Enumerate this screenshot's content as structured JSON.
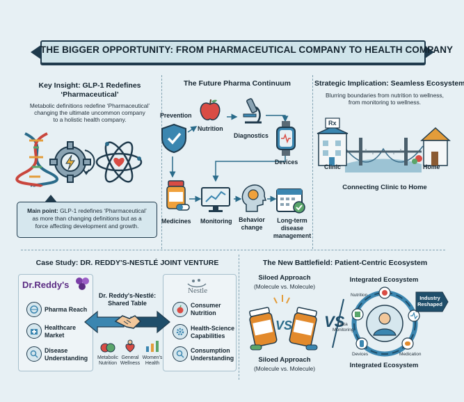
{
  "title": "THE BIGGER OPPORTUNITY: FROM PHARMACEUTICAL COMPANY TO HEALTH COMPANY",
  "key_insight": {
    "heading_line1": "Key Insight: GLP-1 Redefines",
    "heading_line2": "‘Pharmaceutical’",
    "body_line1": "Metabolic definitions redefine ‘Pharmaceutical’",
    "body_line2": "changing the ultimate uncommon company",
    "body_line3": "to a holistic health company.",
    "main_point_label": "Main point:",
    "main_point_line1": " GLP-1 redefines ‘Pharmaceutical’",
    "main_point_line2": "as more than changing definitions but as a",
    "main_point_line3": "force affecting development and growth."
  },
  "continuum": {
    "heading": "The Future Pharma Continuum",
    "steps": [
      "Prevention",
      "Nutrition",
      "Diagnostics",
      "Devices",
      "Medicines",
      "Monitoring"
    ],
    "behavior_line1": "Behavior",
    "behavior_line2": "change",
    "longterm_line1": "Long-term",
    "longterm_line2": "disease",
    "longterm_line3": "management"
  },
  "strategic": {
    "heading": "Strategic Implication: Seamless Ecosystem",
    "body_line1": "Blurring boundaries from nutrition to wellness,",
    "body_line2": "from monitoring to wellness.",
    "clinic": "Clinic",
    "home": "Home",
    "rx": "Rx",
    "caption": "Connecting Clinic to Home"
  },
  "case_study": {
    "heading": "Case Study: DR. REDDY'S-NESTLÉ JOINT VENTURE",
    "reddy_logo": "Dr.Reddy's",
    "nestle_logo": "Nestle",
    "shared_line1": "Dr. Reddy's-Nestlé:",
    "shared_line2": "Shared Table",
    "left_items": [
      {
        "line1": "Pharma Reach",
        "line2": ""
      },
      {
        "line1": "Healthcare",
        "line2": "Market"
      },
      {
        "line1": "Disease",
        "line2": "Understanding"
      }
    ],
    "right_items": [
      {
        "line1": "Consumer",
        "line2": "Nutrition"
      },
      {
        "line1": "Health-Science",
        "line2": "Capabilities"
      },
      {
        "line1": "Consumption",
        "line2": "Understanding"
      }
    ],
    "bottom_items": [
      {
        "line1": "Metabolic",
        "line2": "Nutrition"
      },
      {
        "line1": "General",
        "line2": "Wellness"
      },
      {
        "line1": "Women's",
        "line2": "Health"
      }
    ]
  },
  "battlefield": {
    "heading": "The New Battlefield: Patient-Centric Ecosystem",
    "siloed_title": "Siloed Approach",
    "siloed_sub": "(Molecule vs. Molecule)",
    "vs1": "VS",
    "vs2": "VS",
    "integrated_title": "Integrated Ecosystem",
    "ring_labels": [
      "Nutrition",
      "Data Monitoring",
      "Devices",
      "Medication"
    ],
    "ring_data_line1": "Data",
    "ring_data_line2": "Monitoring",
    "badge_line1": "Industry",
    "badge_line2": "Reshaped"
  }
}
